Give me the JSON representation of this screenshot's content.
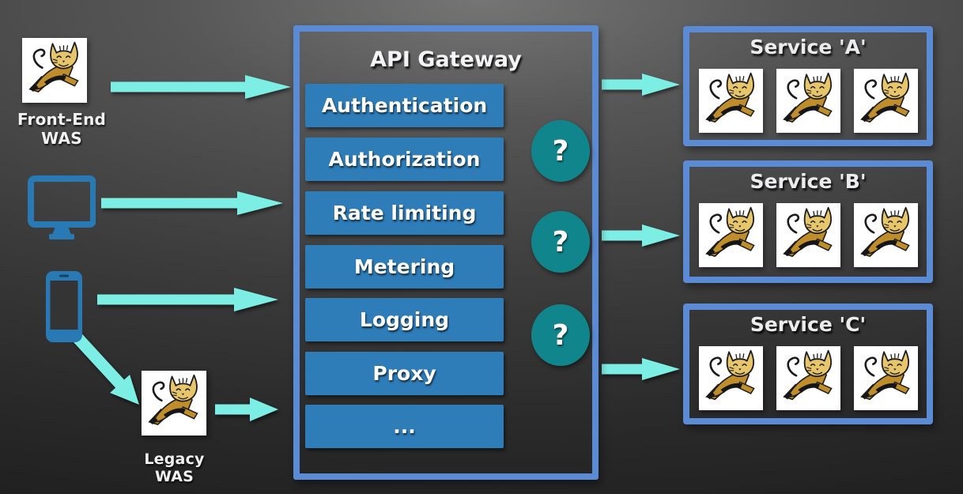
{
  "clients": {
    "front_end": {
      "label": "Front-End WAS",
      "icon": "tomcat"
    },
    "desktop": {
      "icon": "desktop-monitor"
    },
    "mobile": {
      "icon": "smartphone"
    },
    "legacy": {
      "label": "Legacy WAS",
      "icon": "tomcat"
    }
  },
  "gateway": {
    "title": "API Gateway",
    "features": [
      "Authentication",
      "Authorization",
      "Rate limiting",
      "Metering",
      "Logging",
      "Proxy",
      "..."
    ],
    "unknown_marker": "?",
    "unknown_marker_count": 3
  },
  "services": [
    {
      "title": "Service 'A'",
      "instance_count": 3,
      "instance_icon": "tomcat"
    },
    {
      "title": "Service 'B'",
      "instance_count": 3,
      "instance_icon": "tomcat"
    },
    {
      "title": "Service 'C'",
      "instance_count": 3,
      "instance_icon": "tomcat"
    }
  ],
  "colors": {
    "box_border": "#5b8bd4",
    "feature_button": "#2e7cb8",
    "question_circle": "#10868c",
    "arrow": "#7deee4",
    "device_icon": "#2879b4",
    "tomcat_body": "#bf8e2a",
    "tomcat_head": "#e7c66b",
    "background_center": "#3c3c3c"
  }
}
